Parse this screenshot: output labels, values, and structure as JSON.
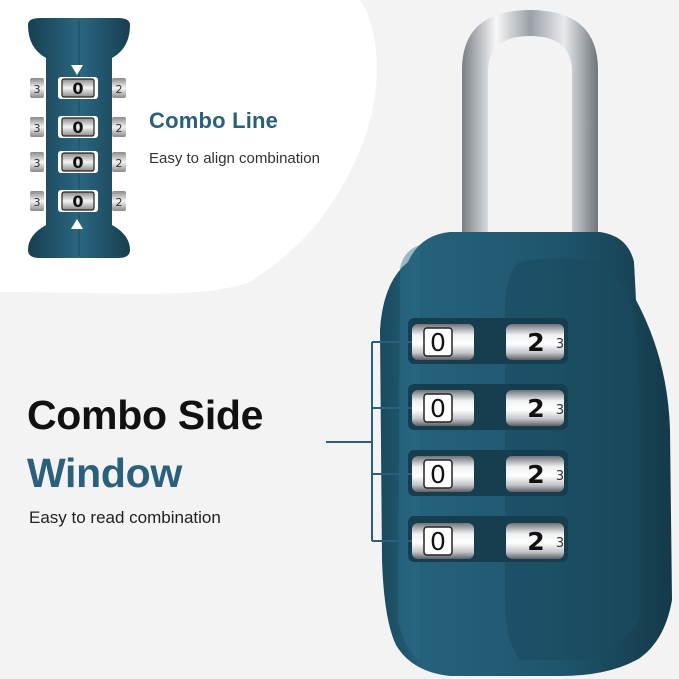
{
  "combo_line": {
    "title": "Combo Line",
    "subtitle": "Easy to align combination",
    "wheels": [
      {
        "left": "3",
        "center": "0",
        "right": "2"
      },
      {
        "left": "3",
        "center": "0",
        "right": "2"
      },
      {
        "left": "3",
        "center": "0",
        "right": "2"
      },
      {
        "left": "3",
        "center": "0",
        "right": "2"
      }
    ]
  },
  "side_window": {
    "title_line1": "Combo Side",
    "title_line2": "Window",
    "subtitle": "Easy to read combination",
    "wheels": [
      {
        "left": "0",
        "right": "2",
        "edge": "3"
      },
      {
        "left": "0",
        "right": "2",
        "edge": "3"
      },
      {
        "left": "0",
        "right": "2",
        "edge": "3"
      },
      {
        "left": "0",
        "right": "2",
        "edge": "3"
      }
    ]
  },
  "colors": {
    "lock_body": "#1f5166",
    "accent_text": "#2b5f7a",
    "background": "#f3f3f3",
    "blob": "#ffffff"
  },
  "icons": {
    "arrow_top": "triangle-down-icon",
    "arrow_bottom": "triangle-up-icon"
  }
}
